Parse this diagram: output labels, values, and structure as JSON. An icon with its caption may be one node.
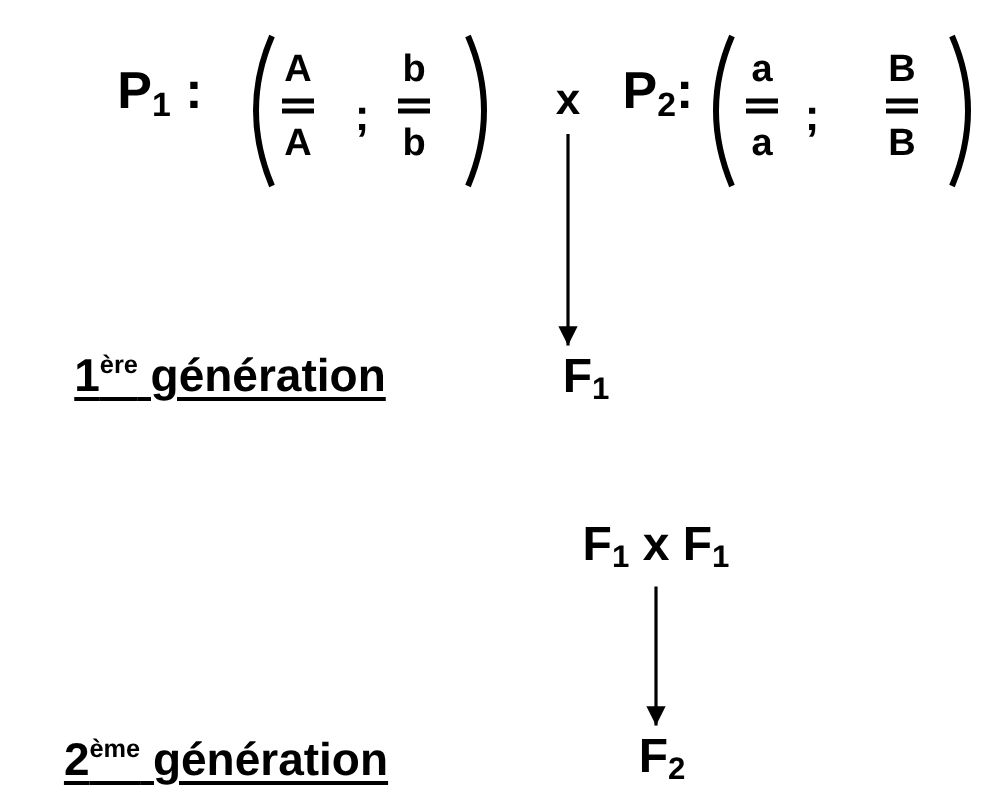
{
  "diagram": {
    "nodes": [
      {
        "text": [
          "x"
        ]
      },
      {
        "text": [
          "F$_{1}$"
        ]
      },
      {
        "text": [
          "F$_{1}$ x F$_{1}$"
        ]
      },
      {
        "text": [
          "F$_{2}$"
        ]
      }
    ],
    "edges": [
      {
        "from": 0,
        "to": 1,
        "arrow": "to"
      },
      {
        "from": 2,
        "to": 3,
        "arrow": "to"
      }
    ],
    "labels": [
      "P$_{1}$ :",
      "A",
      "A",
      ";",
      "b",
      "b",
      "P$_{2}$:",
      "a",
      "a",
      ";",
      "B",
      "B",
      "1$^{ère}$ génération",
      "2$^{ème}$ génération"
    ]
  }
}
